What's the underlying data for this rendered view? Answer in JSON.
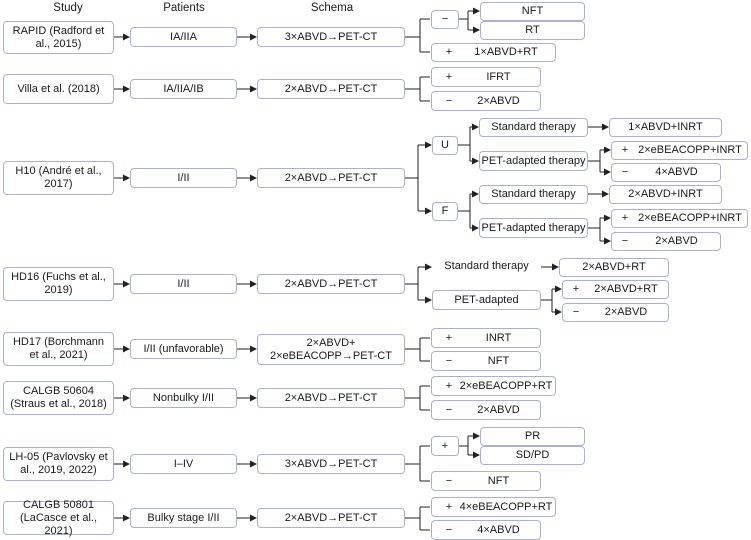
{
  "headers": {
    "study": "Study",
    "patients": "Patients",
    "schema": "Schema"
  },
  "rows": [
    {
      "study": "RAPID (Radford et al., 2015)",
      "patients": "IA/IIA",
      "schema": "3×ABVD→PET-CT",
      "minus_sign": "−",
      "nft": "NFT",
      "rt": "RT",
      "plus_sign": "+",
      "plus_result": "1×ABVD+RT"
    },
    {
      "study": "Villa et al. (2018)",
      "patients": "IA/IIA/IB",
      "schema": "2×ABVD→PET-CT",
      "plus_sign": "+",
      "plus_result": "IFRT",
      "minus_sign": "−",
      "minus_result": "2×ABVD"
    },
    {
      "study": "H10 (André et al., 2017)",
      "patients": "I/II",
      "schema": "2×ABVD→PET-CT",
      "u_label": "U",
      "u_standard": "Standard therapy",
      "u_standard_result": "1×ABVD+INRT",
      "u_pet": "PET-adapted therapy",
      "u_plus_sign": "+",
      "u_plus_result": "2×eBEACOPP+INRT",
      "u_minus_sign": "−",
      "u_minus_result": "4×ABVD",
      "f_label": "F",
      "f_standard": "Standard therapy",
      "f_standard_result": "2×ABVD+INRT",
      "f_pet": "PET-adapted therapy",
      "f_plus_sign": "+",
      "f_plus_result": "2×eBEACOPP+INRT",
      "f_minus_sign": "−",
      "f_minus_result": "2×ABVD"
    },
    {
      "study": "HD16 (Fuchs et al., 2019)",
      "patients": "I/II",
      "schema": "2×ABVD→PET-CT",
      "standard": "Standard therapy",
      "standard_result": "2×ABVD+RT",
      "pet": "PET-adapted",
      "plus_sign": "+",
      "plus_result": "2×ABVD+RT",
      "minus_sign": "−",
      "minus_result": "2×ABVD"
    },
    {
      "study": "HD17 (Borchmann et al., 2021)",
      "patients": "I/II (unfavorable)",
      "schema_line1": "2×ABVD+",
      "schema_line2": "2×eBEACOPP→PET-CT",
      "plus_sign": "+",
      "plus_result": "INRT",
      "minus_sign": "−",
      "minus_result": "NFT"
    },
    {
      "study": "CALGB 50604 (Straus et al., 2018)",
      "patients": "Nonbulky I/II",
      "schema": "2×ABVD→PET-CT",
      "plus_sign": "+",
      "plus_result": "2×eBEACOPP+RT",
      "minus_sign": "−",
      "minus_result": "2×ABVD"
    },
    {
      "study": "LH-05 (Pavlovsky et al., 2019, 2022)",
      "patients": "I–IV",
      "schema": "3×ABVD→PET-CT",
      "plus_sign": "+",
      "pr": "PR",
      "sdpd": "SD/PD",
      "minus_sign": "−",
      "minus_result": "NFT"
    },
    {
      "study": "CALGB 50801 (LaCasce et al., 2021)",
      "patients": "Bulky stage I/II",
      "schema": "2×ABVD→PET-CT",
      "plus_sign": "+",
      "plus_result": "4×eBEACOPP+RT",
      "minus_sign": "−",
      "minus_result": "4×ABVD"
    }
  ]
}
